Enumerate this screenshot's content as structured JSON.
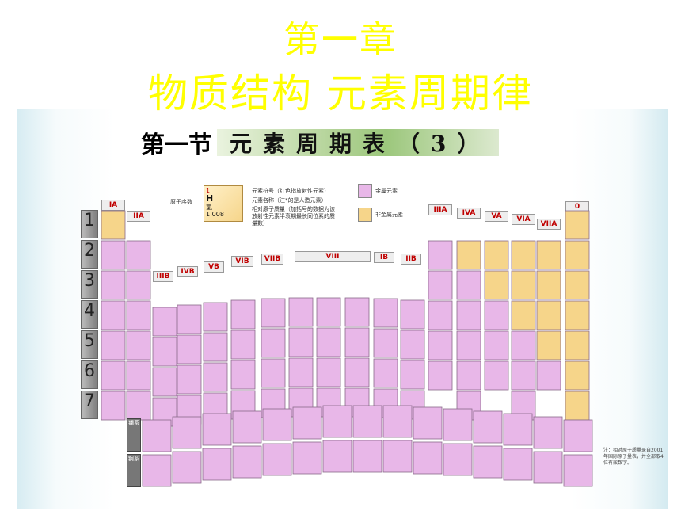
{
  "slide": {
    "chapter": "第一章",
    "title": "物质结构  元素周期律",
    "section_lead": "第一节",
    "section_banner": "元素周期表",
    "section_number": "（3）"
  },
  "legend": {
    "sample_symbol": "H",
    "sample_name": "氢",
    "sample_mass": "1.008",
    "sample_number": "1",
    "label_number": "原子序数",
    "label_symbol": "元素符号（红色指放射性元素）",
    "label_name": "元素名称（注*的是人造元素）",
    "label_mass": "相对原子质量（加括号的数据为该放射性元素半衰期最长同位素的质量数）",
    "metal": "金属元素",
    "nonmetal": "非金属元素"
  },
  "groups": [
    "IA",
    "IIA",
    "IIIB",
    "IVB",
    "VB",
    "VIB",
    "VIIB",
    "VIII",
    "IB",
    "IIB",
    "IIIA",
    "IVA",
    "VA",
    "VIA",
    "VIIA",
    "0"
  ],
  "periods": [
    "1",
    "2",
    "3",
    "4",
    "5",
    "6",
    "7"
  ],
  "series": [
    "镧系",
    "锕系"
  ],
  "note": "注：相对原子质量录自2001年国际原子量表，并全部取4位有效数字。",
  "colors": {
    "metal": "#e8b7e8",
    "nonmetal": "#f6d58a",
    "title": "#ffff00"
  }
}
